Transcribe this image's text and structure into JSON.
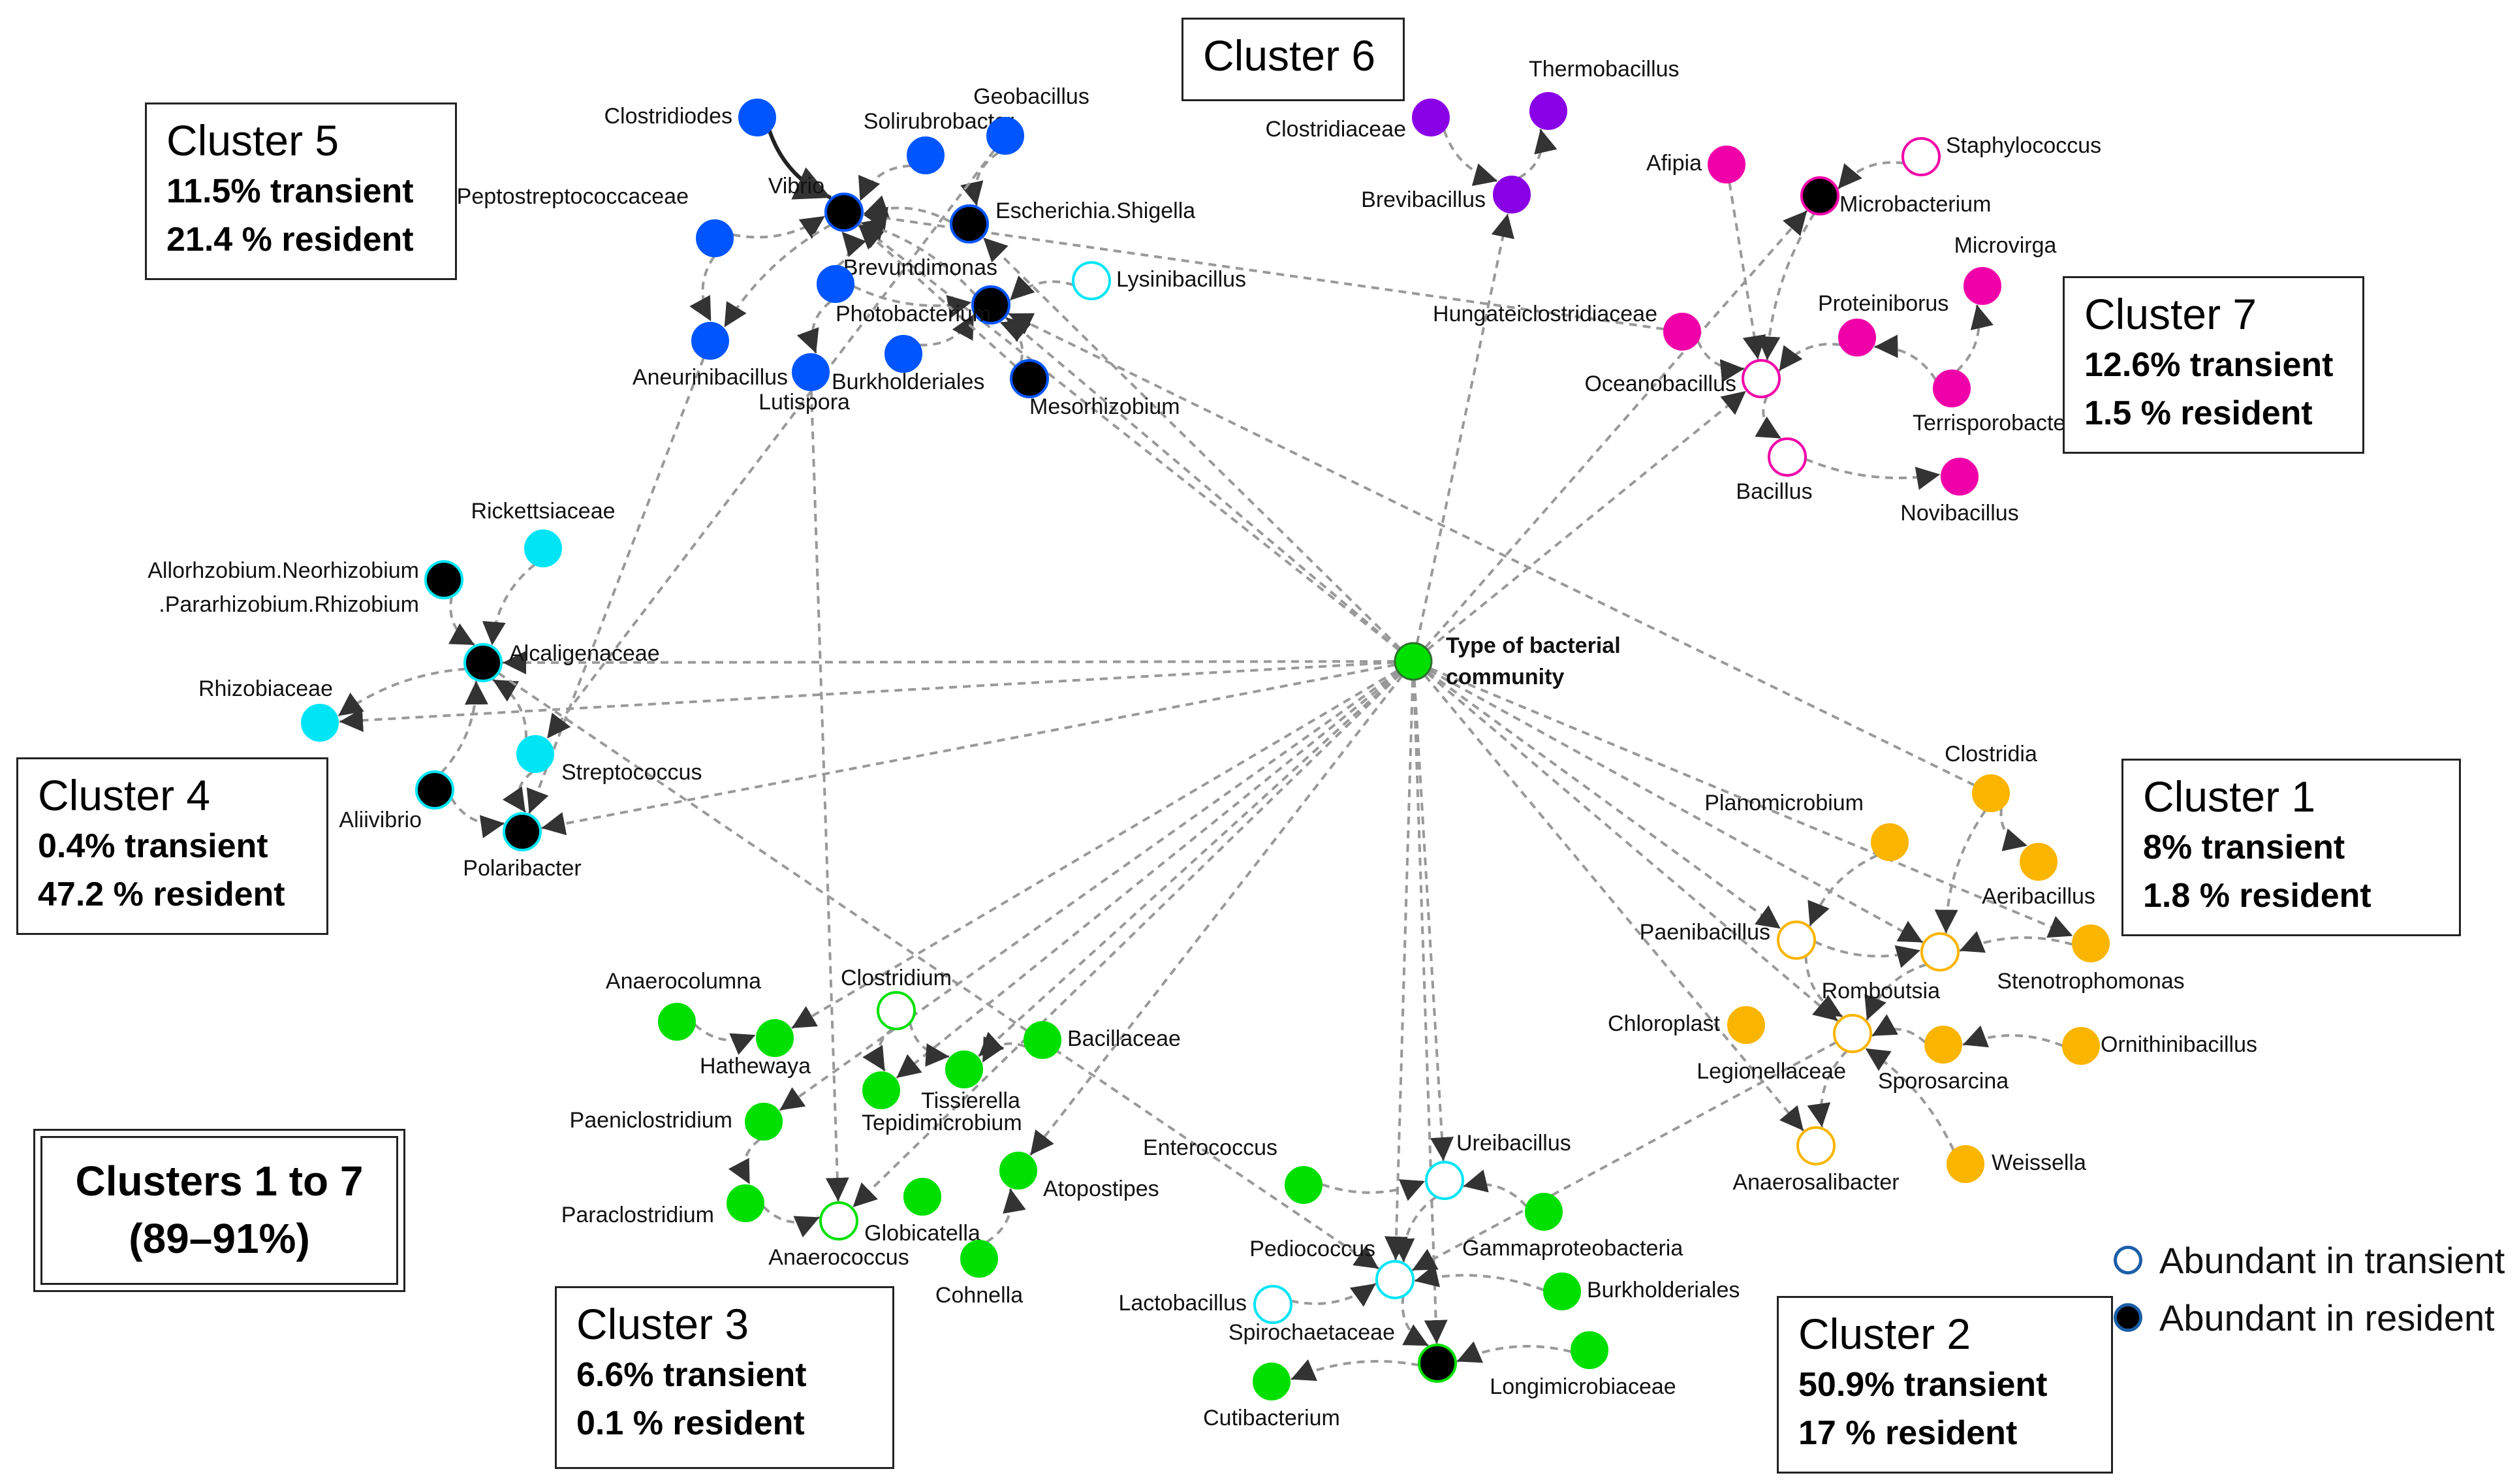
{
  "diagram": {
    "colors": {
      "cluster1": "#F9B500",
      "cluster2": "#00E000",
      "cluster3": "#00E000",
      "cluster4": "#00E5F5",
      "cluster5": "#0055FF",
      "cluster6": "#8A00E6",
      "cluster7": "#F000A8",
      "resident": "#000000",
      "edge": "#999999"
    },
    "hub": {
      "label_line1": "Type of bacterial",
      "label_line2": "community"
    },
    "clusters": [
      {
        "id": "c5",
        "title": "Cluster 5",
        "line1": "11.5% transient",
        "line2": "21.4 % resident"
      },
      {
        "id": "c6",
        "title": "Cluster 6"
      },
      {
        "id": "c7",
        "title": "Cluster 7",
        "line1": "12.6% transient",
        "line2": "1.5 % resident"
      },
      {
        "id": "c4",
        "title": "Cluster 4",
        "line1": "0.4% transient",
        "line2": "47.2 % resident"
      },
      {
        "id": "c1",
        "title": "Cluster 1",
        "line1": "8% transient",
        "line2": "1.8 % resident"
      },
      {
        "id": "c3",
        "title": "Cluster 3",
        "line1": "6.6% transient",
        "line2": "0.1 % resident"
      },
      {
        "id": "c2",
        "title": "Cluster 2",
        "line1": "50.9% transient",
        "line2": "17 % resident"
      }
    ],
    "summary": {
      "line1": "Clusters 1 to 7",
      "line2": "(89–91%)"
    },
    "legend": {
      "transient": "Abundant in transient",
      "resident": "Abundant in resident"
    },
    "nodes": [
      {
        "id": "clostridiodes",
        "label": "Clostridiodes",
        "cluster": "cluster5",
        "style": "filled"
      },
      {
        "id": "solirubrobacter",
        "label": "Solirubrobacter",
        "cluster": "cluster5",
        "style": "filled"
      },
      {
        "id": "geobacillus",
        "label": "Geobacillus",
        "cluster": "cluster5",
        "style": "filled"
      },
      {
        "id": "peptostrepto",
        "label": "Peptostreptococcaceae",
        "cluster": "cluster5",
        "style": "filled"
      },
      {
        "id": "vibrio",
        "label": "Vibrio",
        "cluster": "cluster5",
        "style": "resident"
      },
      {
        "id": "escherichia",
        "label": "Escherichia.Shigella",
        "cluster": "cluster5",
        "style": "resident"
      },
      {
        "id": "brevundimonas",
        "label": "Brevundimonas",
        "cluster": "cluster5",
        "style": "resident"
      },
      {
        "id": "photobacterium",
        "label": "Photobacterium",
        "cluster": "cluster5",
        "style": "filled"
      },
      {
        "id": "lysinibacillus",
        "label": "Lysinibacillus",
        "cluster": "cluster4",
        "style": "transient"
      },
      {
        "id": "aneurinibacillus",
        "label": "Aneurinibacillus",
        "cluster": "cluster5",
        "style": "filled"
      },
      {
        "id": "lutispora",
        "label": "Lutispora",
        "cluster": "cluster5",
        "style": "filled"
      },
      {
        "id": "burkholderiales5",
        "label": "Burkholderiales",
        "cluster": "cluster5",
        "style": "filled"
      },
      {
        "id": "mesorhizobium",
        "label": "Mesorhizobium",
        "cluster": "cluster5",
        "style": "resident"
      },
      {
        "id": "clostridiaceae",
        "label": "Clostridiaceae",
        "cluster": "cluster6",
        "style": "filled"
      },
      {
        "id": "thermobacillus",
        "label": "Thermobacillus",
        "cluster": "cluster6",
        "style": "filled"
      },
      {
        "id": "brevibacillus",
        "label": "Brevibacillus",
        "cluster": "cluster6",
        "style": "filled"
      },
      {
        "id": "afipia",
        "label": "Afipia",
        "cluster": "cluster7",
        "style": "filled"
      },
      {
        "id": "staphylococcus",
        "label": "Staphylococcus",
        "cluster": "cluster7",
        "style": "transient"
      },
      {
        "id": "microbacterium",
        "label": "Microbacterium",
        "cluster": "cluster7",
        "style": "resident"
      },
      {
        "id": "microvirga",
        "label": "Microvirga",
        "cluster": "cluster7",
        "style": "filled"
      },
      {
        "id": "hungateiclostridiaceae",
        "label": "Hungateiclostridiaceae",
        "cluster": "cluster7",
        "style": "filled"
      },
      {
        "id": "proteiniborus",
        "label": "Proteiniborus",
        "cluster": "cluster7",
        "style": "filled"
      },
      {
        "id": "oceanobacillus",
        "label": "Oceanobacillus",
        "cluster": "cluster7",
        "style": "transient"
      },
      {
        "id": "terrisporobacter",
        "label": "Terrisporobacter",
        "cluster": "cluster7",
        "style": "filled"
      },
      {
        "id": "bacillus",
        "label": "Bacillus",
        "cluster": "cluster7",
        "style": "transient"
      },
      {
        "id": "novibacillus",
        "label": "Novibacillus",
        "cluster": "cluster7",
        "style": "filled"
      },
      {
        "id": "rickettsiaceae",
        "label": "Rickettsiaceae",
        "cluster": "cluster4",
        "style": "filled"
      },
      {
        "id": "allorhizobium",
        "label": "Allorhzobium.Neorhizobium",
        "label2": ".Pararhizobium.Rhizobium",
        "cluster": "cluster4",
        "style": "resident"
      },
      {
        "id": "alcaligenaceae",
        "label": "Alcaligenaceae",
        "cluster": "cluster4",
        "style": "resident"
      },
      {
        "id": "rhizobiaceae",
        "label": "Rhizobiaceae",
        "cluster": "cluster4",
        "style": "filled"
      },
      {
        "id": "streptococcus",
        "label": "Streptococcus",
        "cluster": "cluster4",
        "style": "filled"
      },
      {
        "id": "aliivibrio",
        "label": "Aliivibrio",
        "cluster": "cluster4",
        "style": "resident"
      },
      {
        "id": "polaribacter",
        "label": "Polaribacter",
        "cluster": "cluster4",
        "style": "resident"
      },
      {
        "id": "clostridia",
        "label": "Clostridia",
        "cluster": "cluster1",
        "style": "filled"
      },
      {
        "id": "planomicrobium",
        "label": "Planomicrobium",
        "cluster": "cluster1",
        "style": "filled"
      },
      {
        "id": "aeribacillus",
        "label": "Aeribacillus",
        "cluster": "cluster1",
        "style": "filled"
      },
      {
        "id": "paenibacillus",
        "label": "Paenibacillus",
        "cluster": "cluster1",
        "style": "transient"
      },
      {
        "id": "romboutsia",
        "label": "Romboutsia",
        "cluster": "cluster1",
        "style": "transient"
      },
      {
        "id": "stenotrophomonas",
        "label": "Stenotrophomonas",
        "cluster": "cluster1",
        "style": "filled"
      },
      {
        "id": "chloroplast",
        "label": "Chloroplast",
        "cluster": "cluster1",
        "style": "filled"
      },
      {
        "id": "legionellaceae",
        "label": "Legionellaceae",
        "cluster": "cluster1",
        "style": "transient"
      },
      {
        "id": "sporosarcina",
        "label": "Sporosarcina",
        "cluster": "cluster1",
        "style": "filled"
      },
      {
        "id": "ornithinibacillus",
        "label": "Ornithinibacillus",
        "cluster": "cluster1",
        "style": "filled"
      },
      {
        "id": "weissella",
        "label": "Weissella",
        "cluster": "cluster1",
        "style": "filled"
      },
      {
        "id": "anaerosalibacter",
        "label": "Anaerosalibacter",
        "cluster": "cluster1",
        "style": "transient"
      },
      {
        "id": "anaerocolumna",
        "label": "Anaerocolumna",
        "cluster": "cluster3",
        "style": "filled"
      },
      {
        "id": "hathewaya",
        "label": "Hathewaya",
        "cluster": "cluster3",
        "style": "filled"
      },
      {
        "id": "clostridium",
        "label": "Clostridium",
        "cluster": "cluster3",
        "style": "transient"
      },
      {
        "id": "bacillaceae",
        "label": "Bacillaceae",
        "cluster": "cluster3",
        "style": "filled"
      },
      {
        "id": "tissierella",
        "label": "Tissierella",
        "cluster": "cluster3",
        "style": "filled"
      },
      {
        "id": "tepidimicrobium",
        "label": "Tepidimicrobium",
        "cluster": "cluster3",
        "style": "filled"
      },
      {
        "id": "paeniclostridium",
        "label": "Paeniclostridium",
        "cluster": "cluster3",
        "style": "filled"
      },
      {
        "id": "paraclostridium",
        "label": "Paraclostridium",
        "cluster": "cluster3",
        "style": "filled"
      },
      {
        "id": "anaerococcus",
        "label": "Anaerococcus",
        "cluster": "cluster3",
        "style": "transient"
      },
      {
        "id": "globicatella",
        "label": "Globicatella",
        "cluster": "cluster3",
        "style": "filled"
      },
      {
        "id": "atopostipes",
        "label": "Atopostipes",
        "cluster": "cluster3",
        "style": "filled"
      },
      {
        "id": "cohnella",
        "label": "Cohnella",
        "cluster": "cluster3",
        "style": "filled"
      },
      {
        "id": "enterococcus",
        "label": "Enterococcus",
        "cluster": "cluster2",
        "style": "filled"
      },
      {
        "id": "ureibacillus",
        "label": "Ureibacillus",
        "cluster": "cluster4",
        "style": "transient"
      },
      {
        "id": "gammaproteobacteria",
        "label": "Gammaproteobacteria",
        "cluster": "cluster2",
        "style": "filled"
      },
      {
        "id": "pediococcus",
        "label": "Pediococcus",
        "cluster": "cluster4",
        "style": "transient"
      },
      {
        "id": "lactobacillus",
        "label": "Lactobacillus",
        "cluster": "cluster4",
        "style": "transient"
      },
      {
        "id": "burkholderiales2",
        "label": "Burkholderiales",
        "cluster": "cluster2",
        "style": "filled"
      },
      {
        "id": "spirochaetaceae",
        "label": "Spirochaetaceae",
        "cluster": "cluster2",
        "style": "resident"
      },
      {
        "id": "longimicrobiaceae",
        "label": "Longimicrobiaceae",
        "cluster": "cluster2",
        "style": "filled"
      },
      {
        "id": "cutibacterium",
        "label": "Cutibacterium",
        "cluster": "cluster2",
        "style": "filled"
      }
    ],
    "edges": [
      [
        "hub",
        "brevibacillus"
      ],
      [
        "hub",
        "microbacterium"
      ],
      [
        "hub",
        "oceanobacillus"
      ],
      [
        "hub",
        "escherichia"
      ],
      [
        "hub",
        "vibrio"
      ],
      [
        "hub",
        "brevundimonas"
      ],
      [
        "hub",
        "rhizobiaceae"
      ],
      [
        "hub",
        "polaribacter"
      ],
      [
        "hub",
        "alcaligenaceae"
      ],
      [
        "hub",
        "romboutsia"
      ],
      [
        "hub",
        "paenibacillus"
      ],
      [
        "hub",
        "legionellaceae"
      ],
      [
        "hub",
        "anaerosalibacter"
      ],
      [
        "hub",
        "hathewaya"
      ],
      [
        "hub",
        "tissierella"
      ],
      [
        "hub",
        "tepidimicrobium"
      ],
      [
        "hub",
        "paeniclostridium"
      ],
      [
        "hub",
        "anaerococcus"
      ],
      [
        "hub",
        "atopostipes"
      ],
      [
        "hub",
        "ureibacillus"
      ],
      [
        "hub",
        "pediococcus"
      ],
      [
        "hub",
        "spirochaetaceae"
      ],
      [
        "clostridiodes",
        "vibrio"
      ],
      [
        "solirubrobacter",
        "vibrio"
      ],
      [
        "peptostrepto",
        "vibrio"
      ],
      [
        "photobacterium",
        "vibrio"
      ],
      [
        "geobacillus",
        "escherichia"
      ],
      [
        "escherichia",
        "vibrio"
      ],
      [
        "brevundimonas",
        "vibrio"
      ],
      [
        "photobacterium",
        "brevundimonas"
      ],
      [
        "mesorhizobium",
        "brevundimonas"
      ],
      [
        "burkholderiales5",
        "brevundimonas"
      ],
      [
        "lysinibacillus",
        "brevundimonas"
      ],
      [
        "peptostrepto",
        "aneurinibacillus"
      ],
      [
        "vibrio",
        "aneurinibacillus"
      ],
      [
        "photobacterium",
        "lutispora"
      ],
      [
        "lutispora",
        "anaerococcus"
      ],
      [
        "aneurinibacillus",
        "polaribacter"
      ],
      [
        "mesorhizobium",
        "vibrio"
      ],
      [
        "geobacillus",
        "streptococcus"
      ],
      [
        "clostridia",
        "brevundimonas"
      ],
      [
        "staphylococcus",
        "microbacterium"
      ],
      [
        "clostridiaceae",
        "brevibacillus"
      ],
      [
        "brevibacillus",
        "thermobacillus"
      ],
      [
        "hungateiclostridiaceae",
        "vibrio"
      ],
      [
        "afipia",
        "oceanobacillus"
      ],
      [
        "microbacterium",
        "oceanobacillus"
      ],
      [
        "hungateiclostridiaceae",
        "oceanobacillus"
      ],
      [
        "proteiniborus",
        "oceanobacillus"
      ],
      [
        "terrisporobacter",
        "proteiniborus"
      ],
      [
        "terrisporobacter",
        "microvirga"
      ],
      [
        "oceanobacillus",
        "bacillus"
      ],
      [
        "bacillus",
        "novibacillus"
      ],
      [
        "allorhizobium",
        "alcaligenaceae"
      ],
      [
        "rickettsiaceae",
        "alcaligenaceae"
      ],
      [
        "alcaligenaceae",
        "rhizobiaceae"
      ],
      [
        "streptococcus",
        "alcaligenaceae"
      ],
      [
        "aliivibrio",
        "alcaligenaceae"
      ],
      [
        "aliivibrio",
        "polaribacter"
      ],
      [
        "streptococcus",
        "polaribacter"
      ],
      [
        "clostridia",
        "aeribacillus"
      ],
      [
        "planomicrobium",
        "paenibacillus"
      ],
      [
        "clostridia",
        "romboutsia"
      ],
      [
        "stenotrophomonas",
        "romboutsia"
      ],
      [
        "paenibacillus",
        "romboutsia"
      ],
      [
        "paenibacillus",
        "legionellaceae"
      ],
      [
        "romboutsia",
        "legionellaceae"
      ],
      [
        "sporosarcina",
        "legionellaceae"
      ],
      [
        "ornithinibacillus",
        "sporosarcina"
      ],
      [
        "weissella",
        "legionellaceae"
      ],
      [
        "legionellaceae",
        "anaerosalibacter"
      ],
      [
        "legionellaceae",
        "pediococcus"
      ],
      [
        "anaerocolumna",
        "hathewaya"
      ],
      [
        "clostridium",
        "tissierella"
      ],
      [
        "clostridium",
        "tepidimicrobium"
      ],
      [
        "bacillaceae",
        "tissierella"
      ],
      [
        "paeniclostridium",
        "paraclostridium"
      ],
      [
        "paraclostridium",
        "anaerococcus"
      ],
      [
        "cohnella",
        "atopostipes"
      ],
      [
        "alcaligenaceae",
        "pediococcus"
      ],
      [
        "enterococcus",
        "ureibacillus"
      ],
      [
        "gammaproteobacteria",
        "ureibacillus"
      ],
      [
        "ureibacillus",
        "pediococcus"
      ],
      [
        "lactobacillus",
        "pediococcus"
      ],
      [
        "burkholderiales2",
        "pediococcus"
      ],
      [
        "pediococcus",
        "spirochaetaceae"
      ],
      [
        "longimicrobiaceae",
        "spirochaetaceae"
      ],
      [
        "spirochaetaceae",
        "cutibacterium"
      ],
      [
        "hub",
        "stenotrophomonas"
      ]
    ]
  }
}
